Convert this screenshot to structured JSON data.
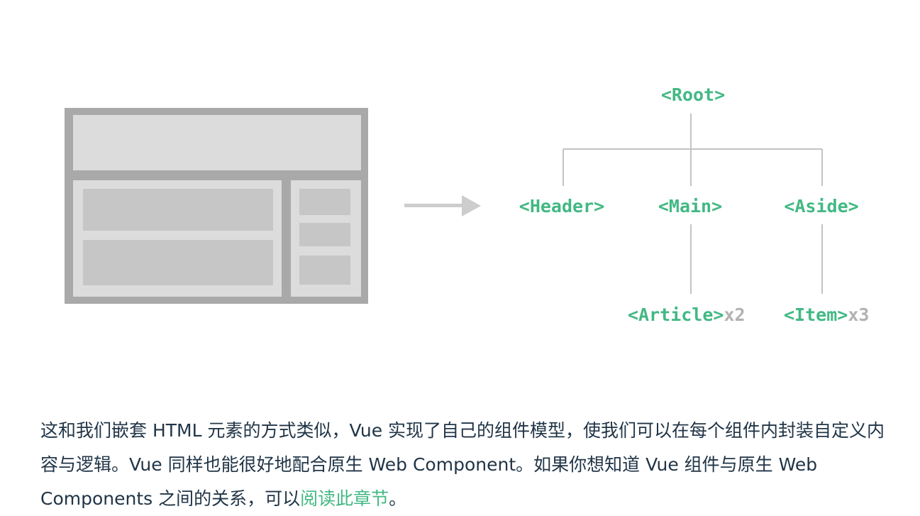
{
  "colors": {
    "component_green": "#42b883",
    "count_gray": "#b2b2b2",
    "text_dark": "#213547",
    "wireframe_outer": "#a9a9a9",
    "wireframe_light": "#dcdcdc",
    "wireframe_mid": "#c6c6c6",
    "connector_gray": "#c3c3c3"
  },
  "tree": {
    "root": "<Root>",
    "header": "<Header>",
    "main": "<Main>",
    "aside": "<Aside>",
    "article": "<Article>",
    "article_count": "x2",
    "item": "<Item>",
    "item_count": "x3"
  },
  "paragraph": {
    "text": "这和我们嵌套 HTML 元素的方式类似，Vue 实现了自己的组件模型，使我们可以在每个组件内封装自定义内容与逻辑。Vue 同样也能很好地配合原生 Web Component。如果你想知道 Vue 组件与原生 Web Components 之间的关系，可以",
    "link": "阅读此章节",
    "end": "。"
  }
}
